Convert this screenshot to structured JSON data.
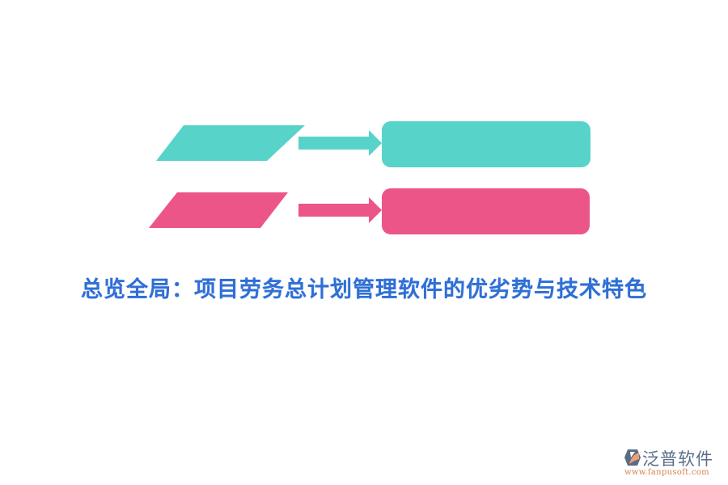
{
  "diagram": {
    "rows": [
      {
        "color": "#58d3c9",
        "parallelogram": "teal-parallelogram",
        "arrow": "teal-arrow",
        "box": "teal-box"
      },
      {
        "color": "#ec5588",
        "parallelogram": "pink-parallelogram",
        "arrow": "pink-arrow",
        "box": "pink-box"
      }
    ],
    "title": "总览全局：项目劳务总计划管理软件的优劣势与技术特色",
    "title_color": "#2f6fd6"
  },
  "logo": {
    "name": "泛普软件",
    "url": "www.fanpusoft.com"
  }
}
